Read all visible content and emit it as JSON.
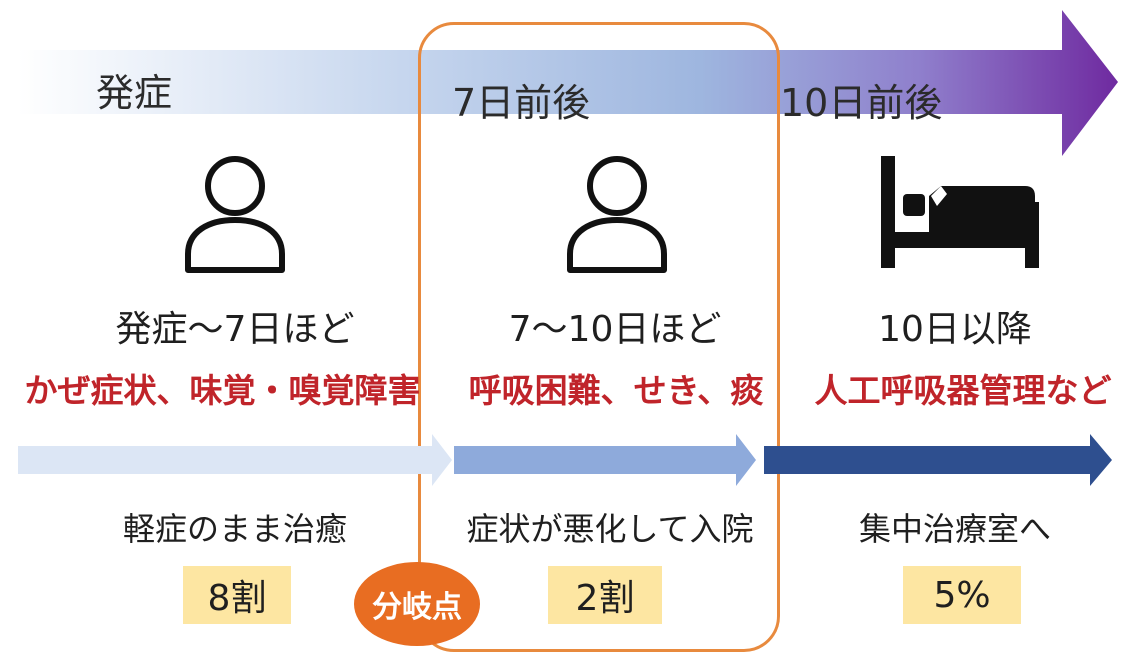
{
  "timeline": {
    "phase_start": "発症",
    "phase_day7": "7日前後",
    "phase_day10": "10日前後"
  },
  "stages": [
    {
      "title": "発症〜7日ほど",
      "symptoms": "かぜ症状、味覚・嗅覚障害",
      "outcome": "軽症のまま治癒",
      "percent": "8割",
      "icon": "person-icon"
    },
    {
      "title": "7〜10日ほど",
      "symptoms": "呼吸困難、せき、痰",
      "outcome": "症状が悪化して入院",
      "percent": "2割",
      "icon": "person-icon"
    },
    {
      "title": "10日以降",
      "symptoms": "人工呼吸器管理など",
      "outcome": "集中治療室へ",
      "percent": "5%",
      "icon": "hospital-bed-icon"
    }
  ],
  "branch_point": "分岐点",
  "colors": {
    "symptom_red": "#c0242a",
    "highlight_orange": "#e86d22",
    "percent_box": "#fde6a2",
    "arrow_light": "#dce6f5",
    "arrow_mid": "#8eaadb",
    "arrow_dark": "#2e4f8f",
    "timeline_end": "#7b2fa6"
  }
}
